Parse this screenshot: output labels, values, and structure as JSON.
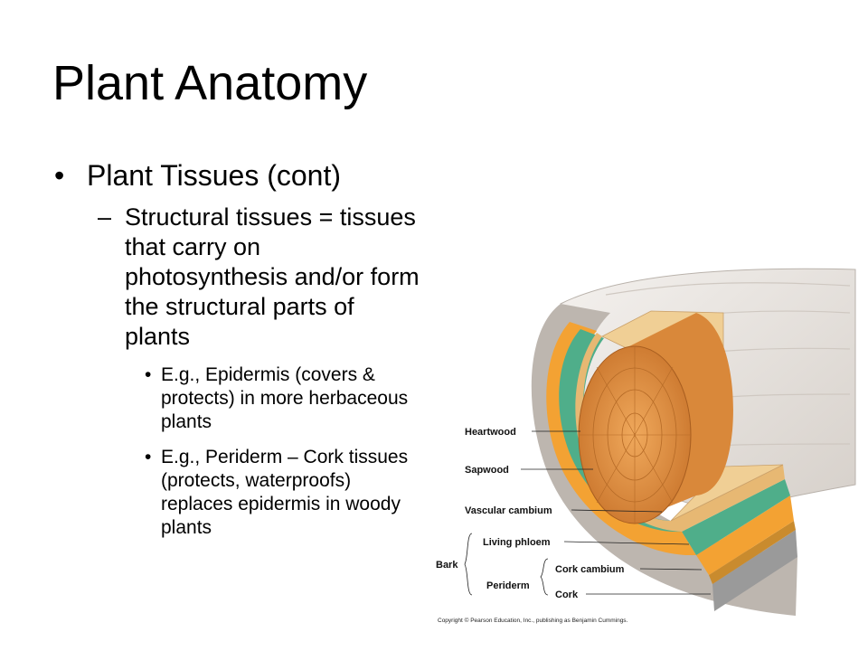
{
  "slide": {
    "title": "Plant Anatomy",
    "bullet_1": "Plant Tissues (cont)",
    "sub_bullet_1": "Structural tissues = tissues that carry on photosynthesis and/or form the structural parts of plants",
    "sub_sub_bullets": [
      "E.g., Epidermis (covers & protects) in more herbaceous plants",
      "E.g., Periderm – Cork tissues (protects, waterproofs) replaces epidermis in woody plants"
    ],
    "bullet_glyph": "•",
    "dash_glyph": "–"
  },
  "figure": {
    "labels": {
      "heartwood": "Heartwood",
      "sapwood": "Sapwood",
      "vascular_cambium": "Vascular cambium",
      "living_phloem": "Living phloem",
      "bark": "Bark",
      "periderm": "Periderm",
      "cork_cambium": "Cork cambium",
      "cork": "Cork"
    },
    "copyright": "Copyright © Pearson Education, Inc., publishing as Benjamin Cummings.",
    "colors": {
      "heartwood": "#d9883a",
      "sapwood": "#f0cf95",
      "vascular_cambium": "#4fae8a",
      "living_phloem": "#f3a233",
      "cork_cambium": "#c98b2e",
      "cork": "#9a9a9a",
      "bark_surface": "#ece8e4"
    }
  }
}
